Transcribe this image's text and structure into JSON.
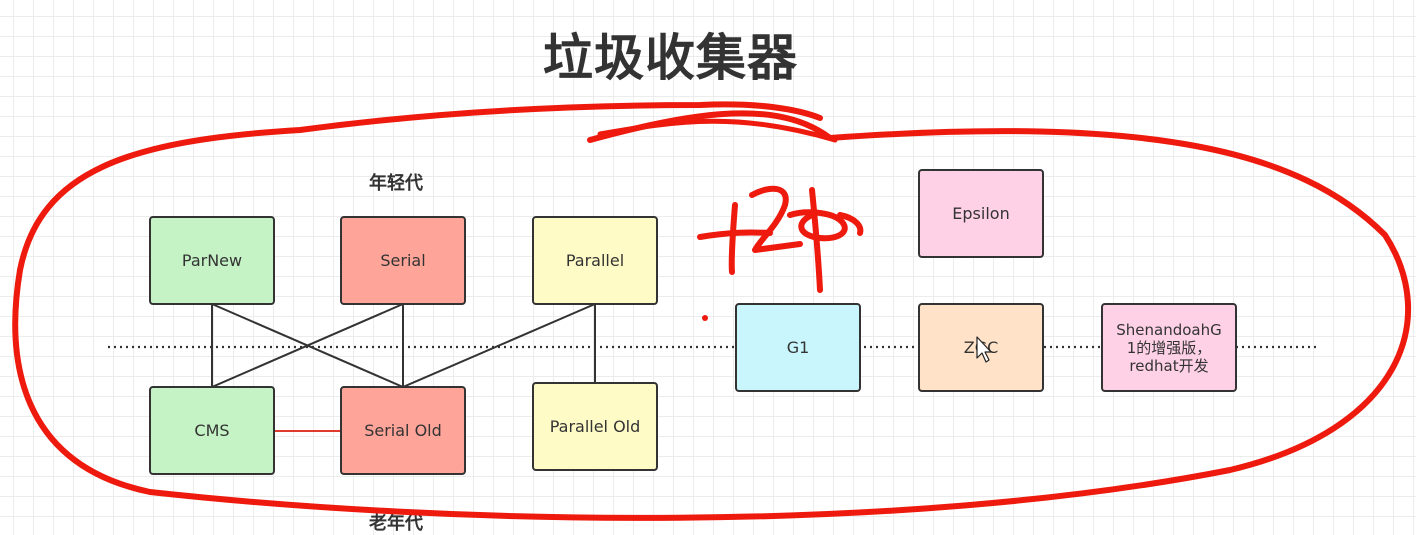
{
  "title": "垃圾收集器",
  "labels": {
    "young": "年轻代",
    "old": "老年代"
  },
  "annotation": "+2种",
  "nodes": {
    "parnew": {
      "label": "ParNew",
      "color": "#c6f3c6"
    },
    "serial": {
      "label": "Serial",
      "color": "#ffa499"
    },
    "parallel": {
      "label": "Parallel",
      "color": "#fffbc7"
    },
    "cms": {
      "label": "CMS",
      "color": "#c6f3c6"
    },
    "serial_old": {
      "label": "Serial Old",
      "color": "#ffa499"
    },
    "parallel_old": {
      "label": "Parallel Old",
      "color": "#fffbc7"
    },
    "g1": {
      "label": "G1",
      "color": "#c8f6fc"
    },
    "zgc": {
      "label": "ZGC",
      "color": "#ffe2c8"
    },
    "epsilon": {
      "label": "Epsilon",
      "color": "#ffd1e6"
    },
    "shenandoah": {
      "line1": "ShenandoahG",
      "line2": "1的增强版，",
      "line3": "redhat开发",
      "color": "#ffd1e6"
    }
  },
  "colors": {
    "ink": "#333333",
    "annotation_red": "#ee1a0e",
    "cms_link": "#e03a2e"
  }
}
